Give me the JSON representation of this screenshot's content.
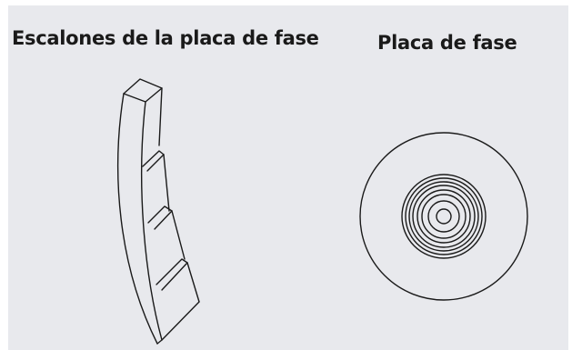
{
  "figure": {
    "left_title": "Escalones de la placa de fase",
    "right_title": "Placa de fase"
  },
  "colors": {
    "page_background": "#ffffff",
    "scan_background": "#e8e9ed",
    "ink": "#1a1a1a"
  },
  "phase_plate": {
    "inner_ring_count": 8
  },
  "step_profile": {
    "step_count": 3
  }
}
